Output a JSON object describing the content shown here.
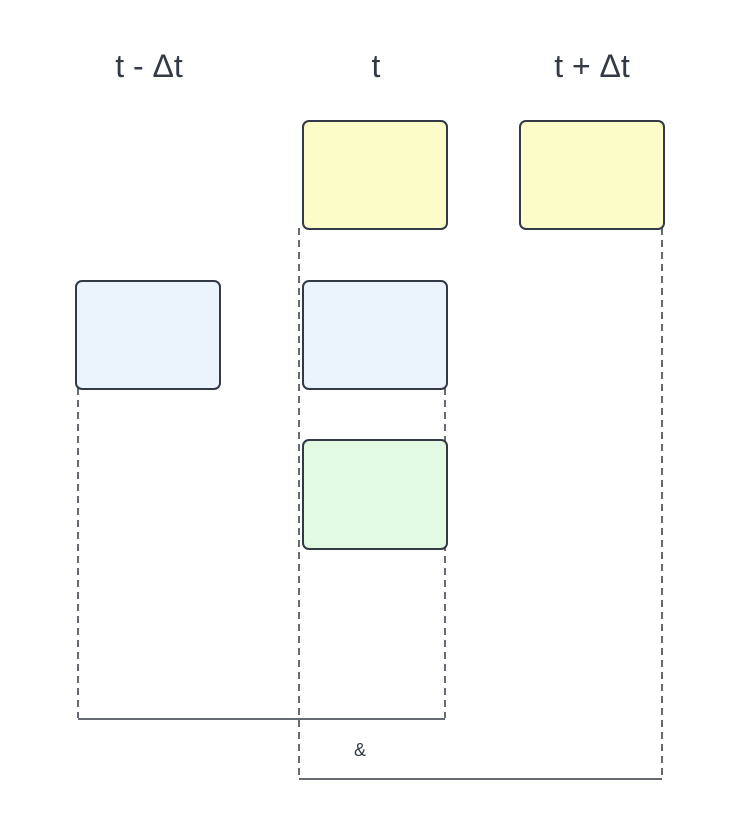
{
  "columns": {
    "prev": {
      "label": "t - Δt"
    },
    "current": {
      "label": "t"
    },
    "next": {
      "label": "t + Δt"
    }
  },
  "connector": {
    "label": "&"
  },
  "colors": {
    "yellow_box": "#fcfcc8",
    "blue_box": "#ebf3fd",
    "green_box": "#e1fae1",
    "stroke": "#333a45",
    "background": "#ffffff"
  }
}
